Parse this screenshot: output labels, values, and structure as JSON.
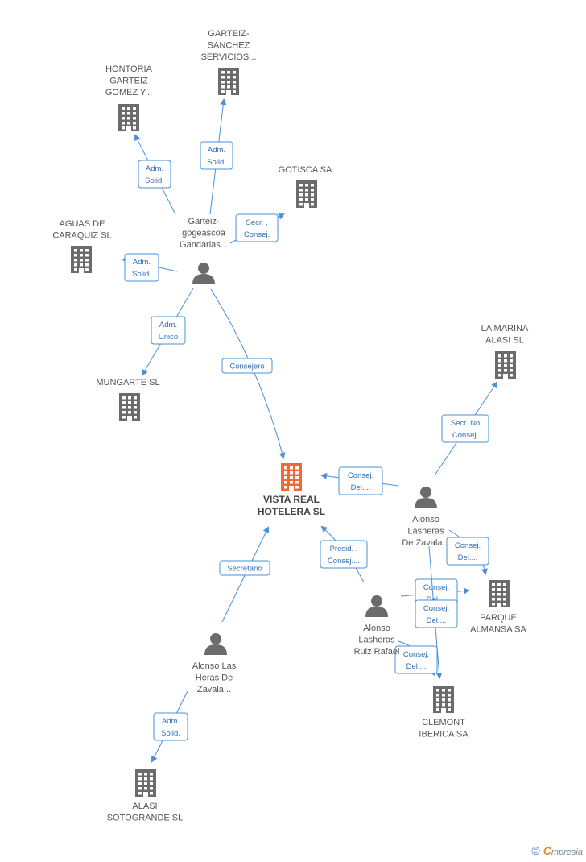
{
  "colors": {
    "edge": "#4a8fd8",
    "company": "#6b6b6b",
    "focus": "#f06a35",
    "person": "#6b6b6b"
  },
  "nodes": [
    {
      "id": "vista",
      "type": "company",
      "focus": true,
      "label": [
        "VISTA REAL",
        "HOTELERA SL"
      ]
    },
    {
      "id": "garteiz_sanchez",
      "type": "company",
      "label": [
        "GARTEIZ-",
        "SANCHEZ",
        "SERVICIOS..."
      ]
    },
    {
      "id": "hontoria",
      "type": "company",
      "label": [
        "HONTORIA",
        "GARTEIZ",
        "GOMEZ Y..."
      ]
    },
    {
      "id": "gotisca",
      "type": "company",
      "label": [
        "GOTISCA SA"
      ]
    },
    {
      "id": "aguas",
      "type": "company",
      "label": [
        "AGUAS DE",
        "CARAQUIZ SL"
      ]
    },
    {
      "id": "mungarte",
      "type": "company",
      "label": [
        "MUNGARTE SL"
      ]
    },
    {
      "id": "lamarina",
      "type": "company",
      "label": [
        "LA MARINA",
        "ALASI SL"
      ]
    },
    {
      "id": "parque",
      "type": "company",
      "label": [
        "PARQUE",
        "ALMANSA SA"
      ]
    },
    {
      "id": "clemont",
      "type": "company",
      "label": [
        "CLEMONT",
        "IBERICA SA"
      ]
    },
    {
      "id": "alasi",
      "type": "company",
      "label": [
        "ALASI",
        "SOTOGRANDE SL"
      ]
    },
    {
      "id": "garteiz_p",
      "type": "person",
      "label": [
        "Garteiz-",
        "gogeascoa",
        "Gandarias..."
      ]
    },
    {
      "id": "alonso_zav",
      "type": "person",
      "label": [
        "Alonso",
        "Lasheras",
        "De Zavala..."
      ]
    },
    {
      "id": "alonso_ruiz",
      "type": "person",
      "label": [
        "Alonso",
        "Lasheras",
        "Ruiz Rafael"
      ]
    },
    {
      "id": "alonso_heras",
      "type": "person",
      "label": [
        "Alonso Las",
        "Heras De",
        "Zavala..."
      ]
    }
  ],
  "edges": [
    {
      "label": [
        "Adm.",
        "Solid."
      ]
    },
    {
      "label": [
        "Adm.",
        "Solid."
      ]
    },
    {
      "label": [
        "Secr. ,",
        "Consej."
      ]
    },
    {
      "label": [
        "Adm.",
        "Solid."
      ]
    },
    {
      "label": [
        "Adm.",
        "Unico"
      ]
    },
    {
      "label": [
        "Consejero"
      ]
    },
    {
      "label": [
        "Secr.  No",
        "Consej."
      ]
    },
    {
      "label": [
        "Consej.",
        "Del...."
      ]
    },
    {
      "label": [
        "Consej.",
        "Del...."
      ]
    },
    {
      "label": [
        "Presid. ,",
        "Consej...."
      ]
    },
    {
      "label": [
        "Consej.",
        "Del...."
      ]
    },
    {
      "label": [
        "Consej.",
        "Del...."
      ]
    },
    {
      "label": [
        "Consej.",
        "Del...."
      ]
    },
    {
      "label": [
        "Secretario"
      ]
    },
    {
      "label": [
        "Adm.",
        "Solid."
      ]
    }
  ],
  "footer": {
    "copyright": "©",
    "brand_initial": "C",
    "brand_rest": "mpresia"
  }
}
